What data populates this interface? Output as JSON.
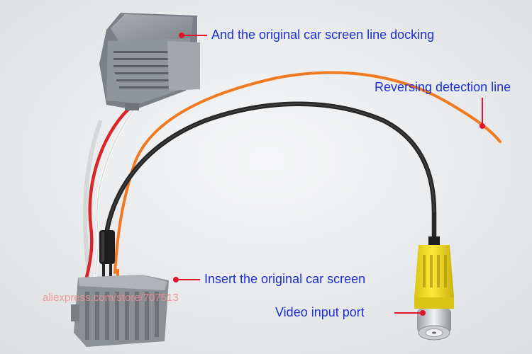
{
  "labels": {
    "top_connector": "And the original car screen line docking",
    "reversing_line": "Reversing detection line",
    "insert_screen": "Insert the original car screen",
    "video_input": "Video input port"
  },
  "watermark": "aliexpress.com/store/707513",
  "colors": {
    "label_text": "#1b30d6",
    "pointer": "#e0142a",
    "orange_wire": "#f07a22",
    "black_cable": "#2a2a2a",
    "red_wire": "#d8262a",
    "white_wire": "#f4f4f4",
    "connector_gray": "#8f9499",
    "rca_yellow": "#f5de1c"
  }
}
